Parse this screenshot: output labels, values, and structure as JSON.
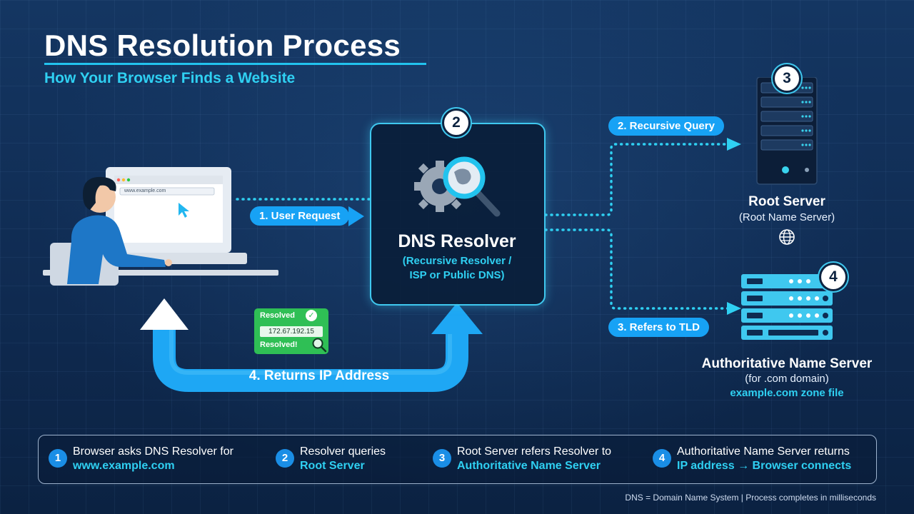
{
  "header": {
    "title": "DNS Resolution Process",
    "subtitle": "How Your Browser Finds a Website"
  },
  "client": {
    "address_bar": "www.example.com",
    "icons": [
      "user-icon",
      "laptop-icon",
      "cursor-icon"
    ]
  },
  "flow_labels": {
    "user_request": "1. User Request",
    "recursive_query": "2. Recursive Query",
    "refers_to_tld": "3. Refers to TLD",
    "returns_ip": "4. Returns IP Address"
  },
  "resolver": {
    "step": "2",
    "title": "DNS Resolver",
    "subtitle_line1": "(Recursive Resolver /",
    "subtitle_line2": "ISP or Public DNS)",
    "icons": [
      "gear-icon",
      "magnifier-globe-icon"
    ]
  },
  "root_server": {
    "step": "3",
    "title": "Root Server",
    "subtitle": "(Root Name Server)",
    "icons": [
      "server-tower-icon",
      "globe-icon"
    ]
  },
  "auth_server": {
    "step": "4",
    "title": "Authoritative Name Server",
    "subtitle": "(for .com domain)",
    "zone": "example.com zone file",
    "icons": [
      "server-rack-icon"
    ]
  },
  "resolved_card": {
    "header": "Resolved",
    "ip": "172.67.192.15",
    "footer": "Resolved!",
    "icons": [
      "check-icon",
      "search-icon"
    ]
  },
  "legend": {
    "items": [
      {
        "num": "1",
        "line1": "Browser asks DNS Resolver for",
        "line2": "www.example.com"
      },
      {
        "num": "2",
        "line1": "Resolver queries",
        "line2": "Root Server"
      },
      {
        "num": "3",
        "line1": "Root Server refers Resolver to",
        "line2": "Authoritative Name Server"
      },
      {
        "num": "4",
        "line1": "Authoritative Name Server returns",
        "line2": "IP address → Browser connects"
      }
    ]
  },
  "footnote": "DNS = Domain Name System | Process completes in milliseconds",
  "colors": {
    "background": "#0f2a4f",
    "accent_cyan": "#2fd0f2",
    "pill_blue": "#17a2f5",
    "arrow_blue": "#1ea7f4",
    "resolved_green": "#2fbf55"
  }
}
